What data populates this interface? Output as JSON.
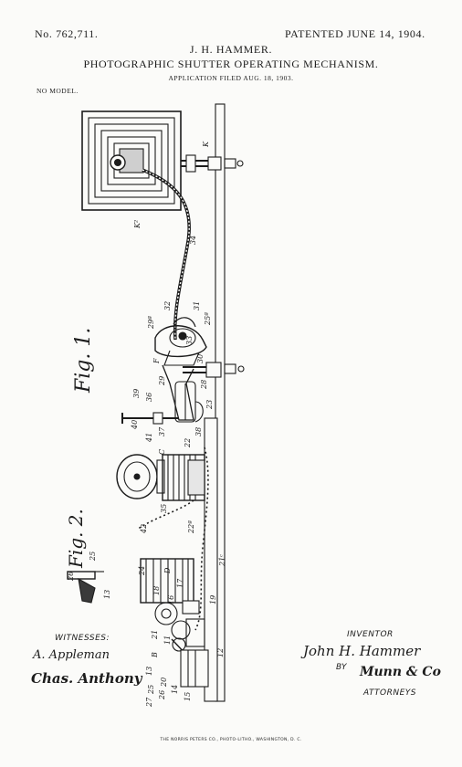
{
  "header": {
    "patent_number": "No. 762,711.",
    "patent_date": "PATENTED JUNE 14, 1904.",
    "inventor_name": "J. H. HAMMER.",
    "title": "PHOTOGRAPHIC SHUTTER OPERATING MECHANISM.",
    "application": "APPLICATION FILED AUG. 18, 1903.",
    "model": "NO MODEL."
  },
  "figures": {
    "fig1": "Fig. 1.",
    "fig2": "Fig. 2."
  },
  "labels": {
    "l34": "34",
    "lK2": "K²",
    "lK": "K",
    "lF": "F",
    "l32": "32",
    "l29a": "29ª",
    "l31": "31",
    "l25a": "25ª",
    "l33": "33",
    "l30": "30",
    "l28": "28",
    "l29": "29",
    "l36": "36",
    "l39": "39",
    "l40": "40",
    "l41": "41",
    "lC": "C",
    "l37": "37",
    "l22": "22",
    "l38": "38",
    "l23": "23",
    "l42": "42",
    "l35": "35",
    "l22a": "22ª",
    "l24": "24",
    "lD": "D",
    "l17": "17",
    "l18": "18",
    "l16": "16",
    "l19": "19",
    "l21c": "21ᶜ",
    "l12": "12",
    "l20": "20",
    "l21": "21",
    "lB": "B",
    "l11": "11",
    "l13": "13",
    "l25": "25",
    "l26": "26",
    "l27": "27",
    "l14": "14",
    "l15": "15"
  },
  "signatures": {
    "witnesses_label": "WITNESSES:",
    "witness1": "A. Appleman",
    "witness2": "Chas. Anthony",
    "inventor_label": "INVENTOR",
    "inventor_signature": "John H. Hammer",
    "by_label": "BY",
    "attorney_signature": "Munn & Co",
    "attorneys_label": "ATTORNEYS"
  },
  "footer": {
    "imprint": "THE NORRIS PETERS CO., PHOTO-LITHO., WASHINGTON, D. C."
  }
}
